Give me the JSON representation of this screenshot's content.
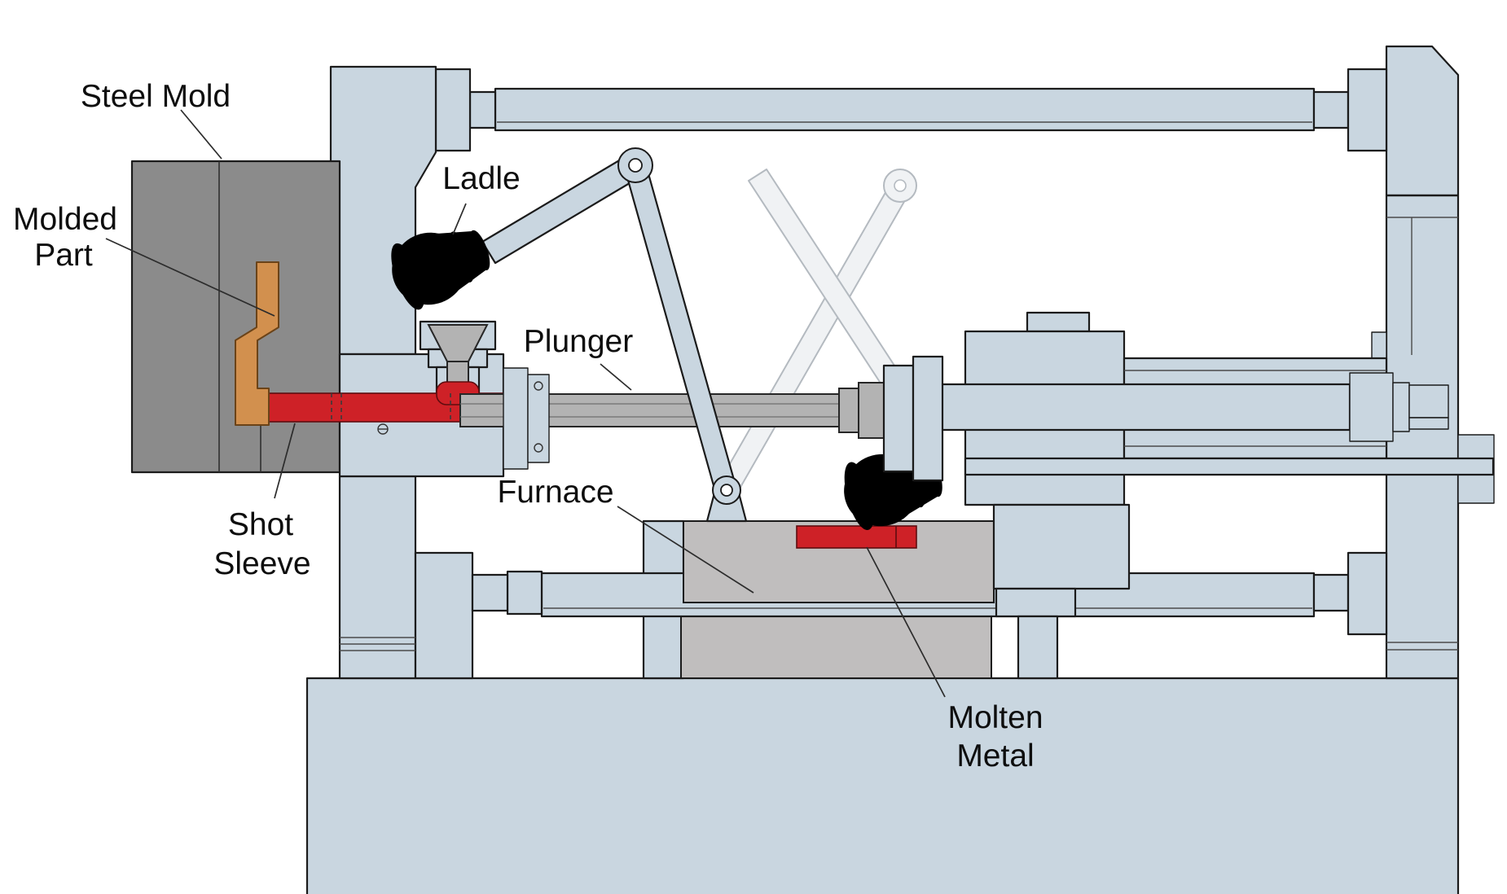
{
  "labels": {
    "steel_mold": "Steel Mold",
    "molded_part_line1": "Molded",
    "molded_part_line2": "Part",
    "ladle": "Ladle",
    "plunger": "Plunger",
    "furnace": "Furnace",
    "shot_sleeve_line1": "Shot",
    "shot_sleeve_line2": "Sleeve",
    "molten_metal_line1": "Molten",
    "molten_metal_line2": "Metal"
  },
  "colors": {
    "background": "#ffffff",
    "machine_frame": "#c9d6e0",
    "outline": "#1b1b1b",
    "steel_mold": "#8b8b8b",
    "molded_part": "#d2904e",
    "molten_metal": "#ce2127",
    "plunger_gray": "#b3b3b3",
    "furnace_gray": "#c0bebe",
    "ghost_fill": "#f0f2f4",
    "ghost_stroke": "#b4bac0",
    "label_text": "#0e0e0e",
    "leader_line": "#2c2c2c"
  }
}
